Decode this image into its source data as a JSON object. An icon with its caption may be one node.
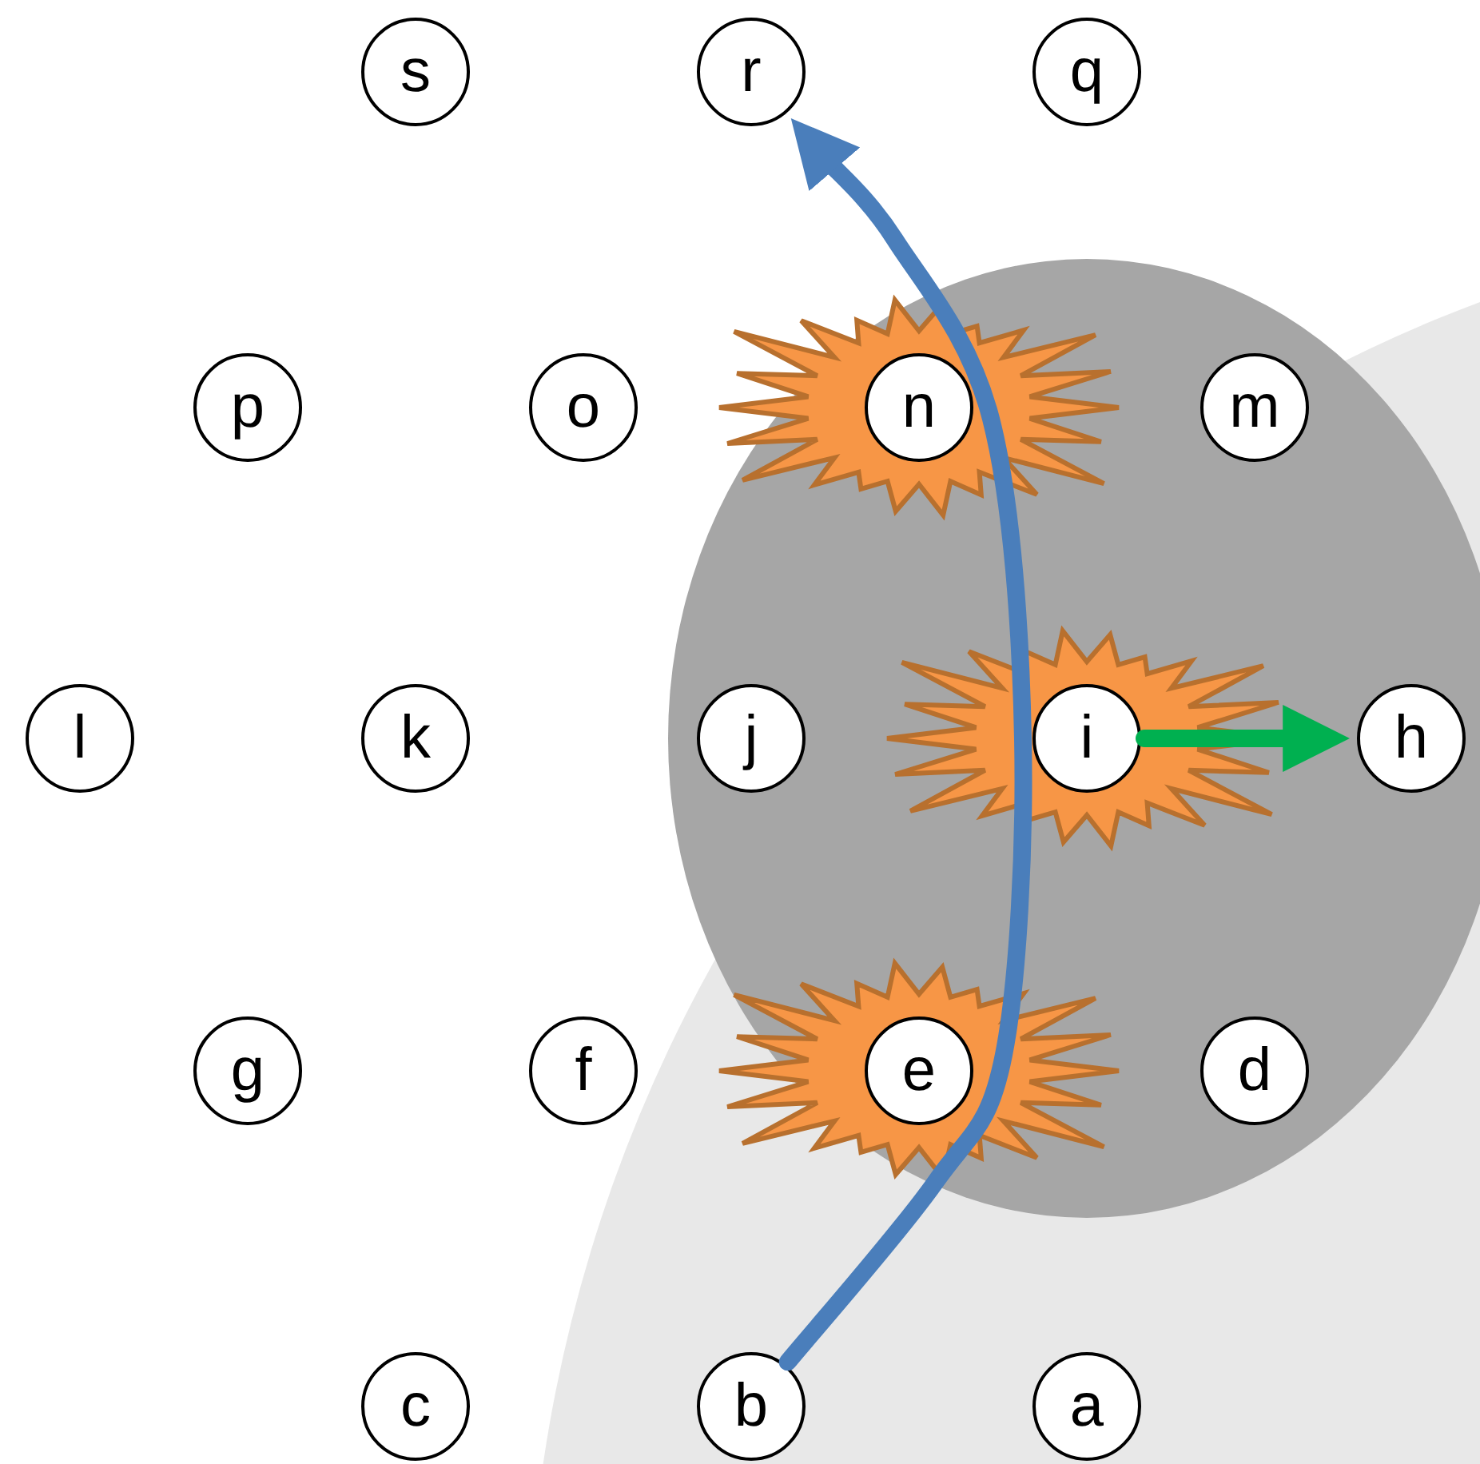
{
  "diagram": {
    "nodes": [
      {
        "text": [
          "s"
        ]
      },
      {
        "text": [
          "r"
        ]
      },
      {
        "text": [
          "q"
        ]
      },
      {
        "text": [
          "p"
        ]
      },
      {
        "text": [
          "o"
        ]
      },
      {
        "text": [
          "n"
        ]
      },
      {
        "text": [
          "m"
        ]
      },
      {
        "text": [
          "l"
        ]
      },
      {
        "text": [
          "k"
        ]
      },
      {
        "text": [
          "j"
        ]
      },
      {
        "text": [
          "i"
        ]
      },
      {
        "text": [
          "h"
        ]
      },
      {
        "text": [
          "g"
        ]
      },
      {
        "text": [
          "f"
        ]
      },
      {
        "text": [
          "e"
        ]
      },
      {
        "text": [
          "d"
        ]
      },
      {
        "text": [
          "c"
        ]
      },
      {
        "text": [
          "b"
        ]
      },
      {
        "text": [
          "a"
        ]
      }
    ],
    "edges": [
      {
        "from": 17,
        "to": 1,
        "arrow": "to",
        "color": "#4a7ebb"
      },
      {
        "from": 10,
        "to": 11,
        "arrow": "to",
        "color": "#00b050"
      }
    ]
  }
}
